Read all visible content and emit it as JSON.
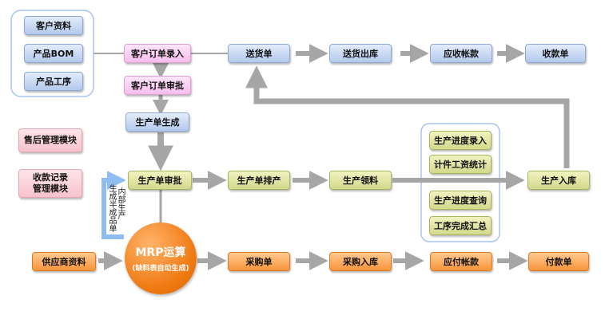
{
  "nodes": {
    "customer_info": "客户资料",
    "product_bom": "产品BOM",
    "product_process": "产品工序",
    "order_entry": "客户订单录入",
    "order_review": "客户订单审批",
    "production_order": "生产单生成",
    "delivery_note": "送货单",
    "delivery_out": "送货出库",
    "receivables": "应收帐款",
    "receipt": "收款单",
    "after_sales": "售后管理模块",
    "payment_record_1": "收款记录",
    "payment_record_2": "管理模块",
    "production_review": "生产单审批",
    "production_schedule": "生产单排产",
    "material_pick": "生产领料",
    "progress_entry": "生产进度录入",
    "piece_wage": "计件工资统计",
    "progress_query": "生产进度查询",
    "process_summary": "工序完成汇总",
    "production_in": "生产入库",
    "vertical_note_1": "内部生产",
    "vertical_note_2": "生成半成品单",
    "mrp_title": "MRP运算",
    "mrp_sub": "(缺料表自动生成)",
    "supplier_info": "供应商资料",
    "purchase_order": "采购单",
    "purchase_in": "采购入库",
    "payables": "应付帐款",
    "payment": "付款单"
  },
  "colors": {
    "blue": "#b3c9ec",
    "pink": "#f7bdee",
    "green": "#d2d98b",
    "orange": "#f9953c",
    "rose": "#f8c2cd",
    "arrow_gray": "#a6a6a6",
    "arrow_blue": "#8fbdf0",
    "group_border": "#a8c4ee"
  }
}
